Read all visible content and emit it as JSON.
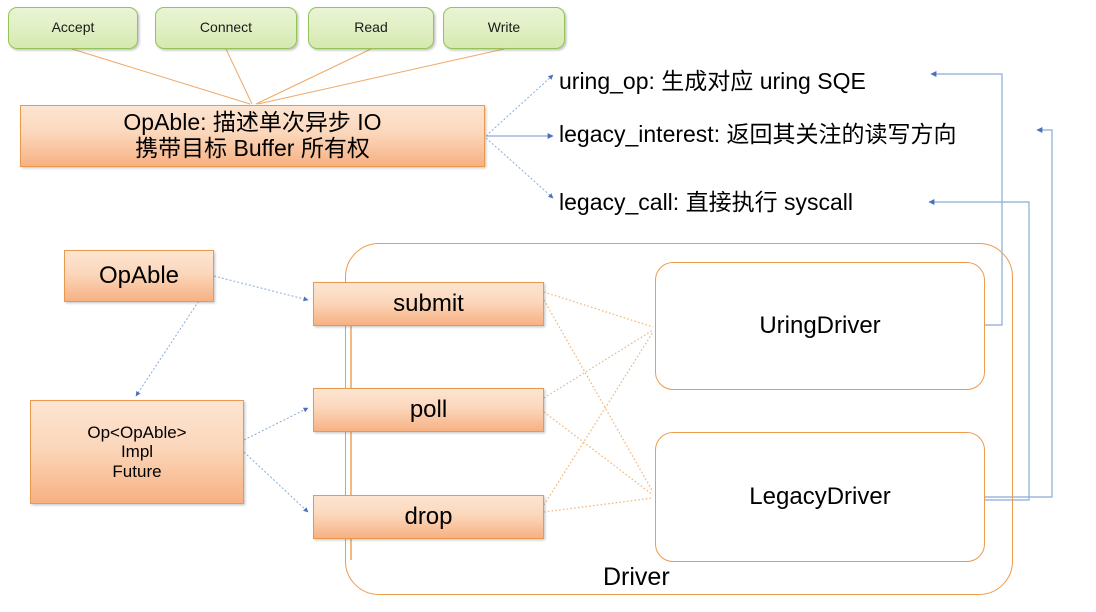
{
  "diagram": {
    "title": "OpAble / Driver architecture diagram",
    "colors": {
      "green_fill": "#e2f0c6",
      "green_border": "#94c357",
      "orange_fill": "#fbd7bb",
      "orange_border": "#e8994e",
      "outline_border": "#ed9b4e",
      "arrow_blue": "#7b9fd4",
      "arrow_orange": "#f0a868",
      "text": "#000000",
      "background": "#ffffff"
    },
    "op_kinds": [
      {
        "id": "accept",
        "label": "Accept"
      },
      {
        "id": "connect",
        "label": "Connect"
      },
      {
        "id": "read",
        "label": "Read"
      },
      {
        "id": "write",
        "label": "Write"
      }
    ],
    "opable_main": {
      "line1": "OpAble: 描述单次异步 IO",
      "line2": "携带目标 Buffer 所有权"
    },
    "opable_methods": [
      {
        "id": "uring_op",
        "label": "uring_op: 生成对应 uring SQE"
      },
      {
        "id": "legacy_interest",
        "label": "legacy_interest: 返回其关注的读写方向"
      },
      {
        "id": "legacy_call",
        "label": "legacy_call: 直接执行 syscall"
      }
    ],
    "left_nodes": {
      "opable": "OpAble",
      "op": {
        "line1": "Op<OpAble>",
        "line2": "Impl",
        "line3": "Future"
      }
    },
    "driver_ops": [
      {
        "id": "submit",
        "label": "submit"
      },
      {
        "id": "poll",
        "label": "poll"
      },
      {
        "id": "drop",
        "label": "drop"
      }
    ],
    "drivers": [
      {
        "id": "uring",
        "label": "UringDriver"
      },
      {
        "id": "legacy",
        "label": "LegacyDriver"
      }
    ],
    "driver_group_label": "Driver"
  }
}
